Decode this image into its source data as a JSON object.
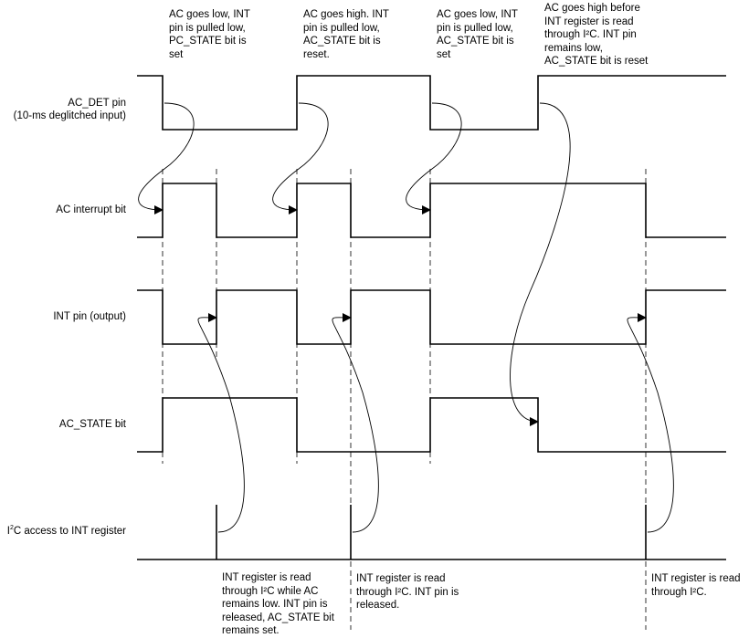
{
  "signals": [
    {
      "name": "AC_DET pin",
      "sub": "(10-ms deglitched input)"
    },
    {
      "name": "AC interrupt bit"
    },
    {
      "name": "INT pin (output)"
    },
    {
      "name": "AC_STATE bit"
    },
    {
      "name_pre": "I",
      "name_sup": "2",
      "name_post": "C access to INT register"
    }
  ],
  "top_notes": [
    [
      "AC goes low, INT",
      "pin is pulled low,",
      "PC_STATE bit is",
      "set"
    ],
    [
      "AC goes high. INT",
      "pin is pulled low,",
      "AC_STATE bit is",
      "reset."
    ],
    [
      "AC goes low, INT",
      "pin is pulled low,",
      "AC_STATE bit is",
      "set"
    ],
    [
      "AC goes high before",
      "INT register is read",
      "through I²C. INT pin",
      "remains low,",
      "AC_STATE bit is reset"
    ]
  ],
  "bottom_notes": [
    [
      "INT register is read",
      "through I²C while AC",
      "remains low. INT pin is",
      "released, AC_STATE bit",
      "remains set."
    ],
    [
      "INT register is read",
      "through I²C. INT pin is",
      "released."
    ],
    [
      "INT register is read",
      "through I²C."
    ]
  ],
  "colors": {
    "line": "#000000",
    "background": "#ffffff"
  }
}
